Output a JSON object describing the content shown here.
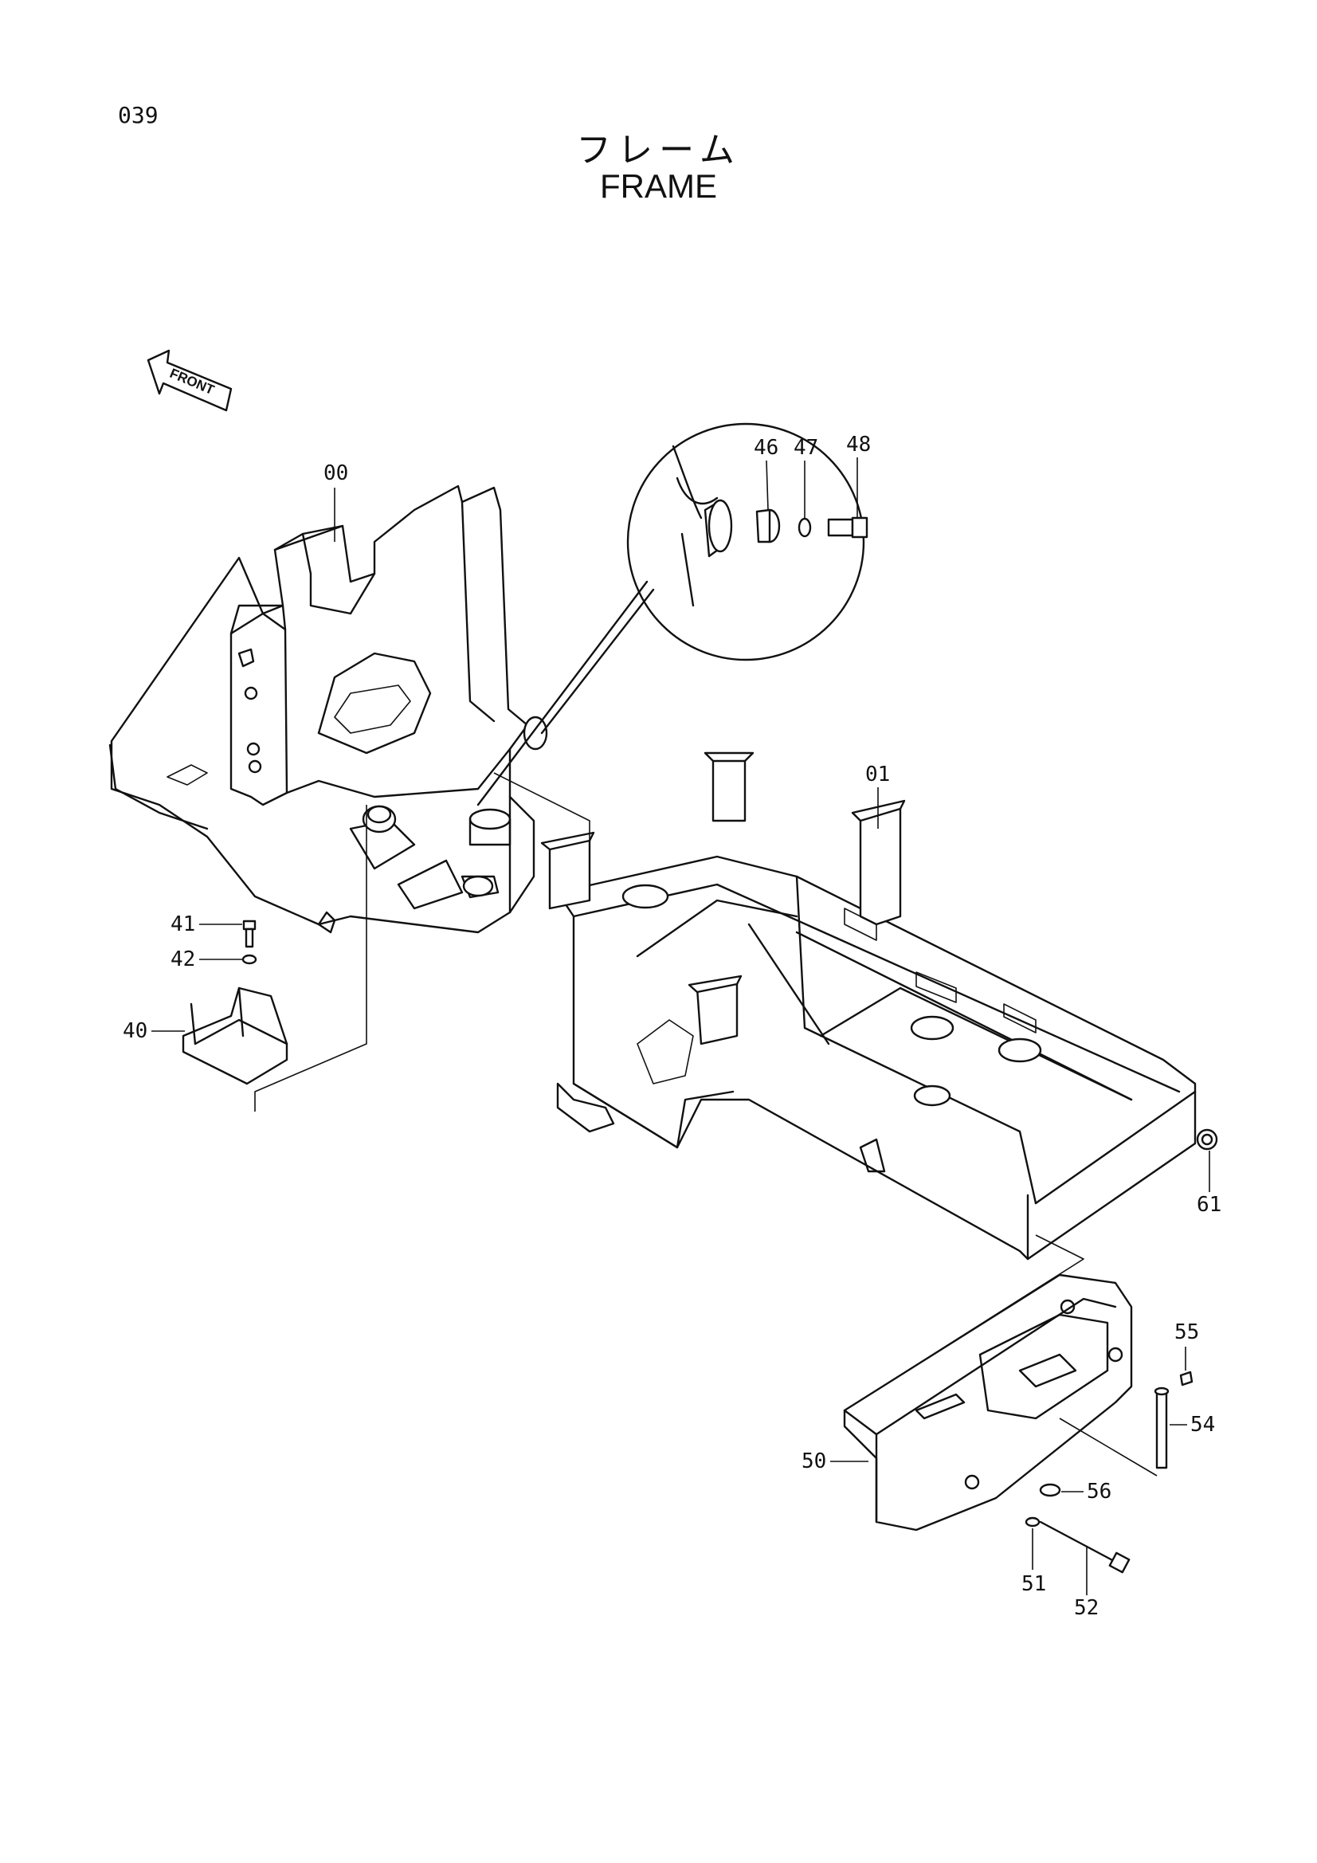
{
  "page_number": "039",
  "title_jp": "フレーム",
  "title_en": "FRAME",
  "front_arrow": "FRONT",
  "labels": {
    "p00": "00",
    "p01": "01",
    "p40": "40",
    "p41": "41",
    "p42": "42",
    "p46": "46",
    "p47": "47",
    "p48": "48",
    "p50": "50",
    "p51": "51",
    "p52": "52",
    "p54": "54",
    "p55": "55",
    "p56": "56",
    "p61": "61"
  }
}
